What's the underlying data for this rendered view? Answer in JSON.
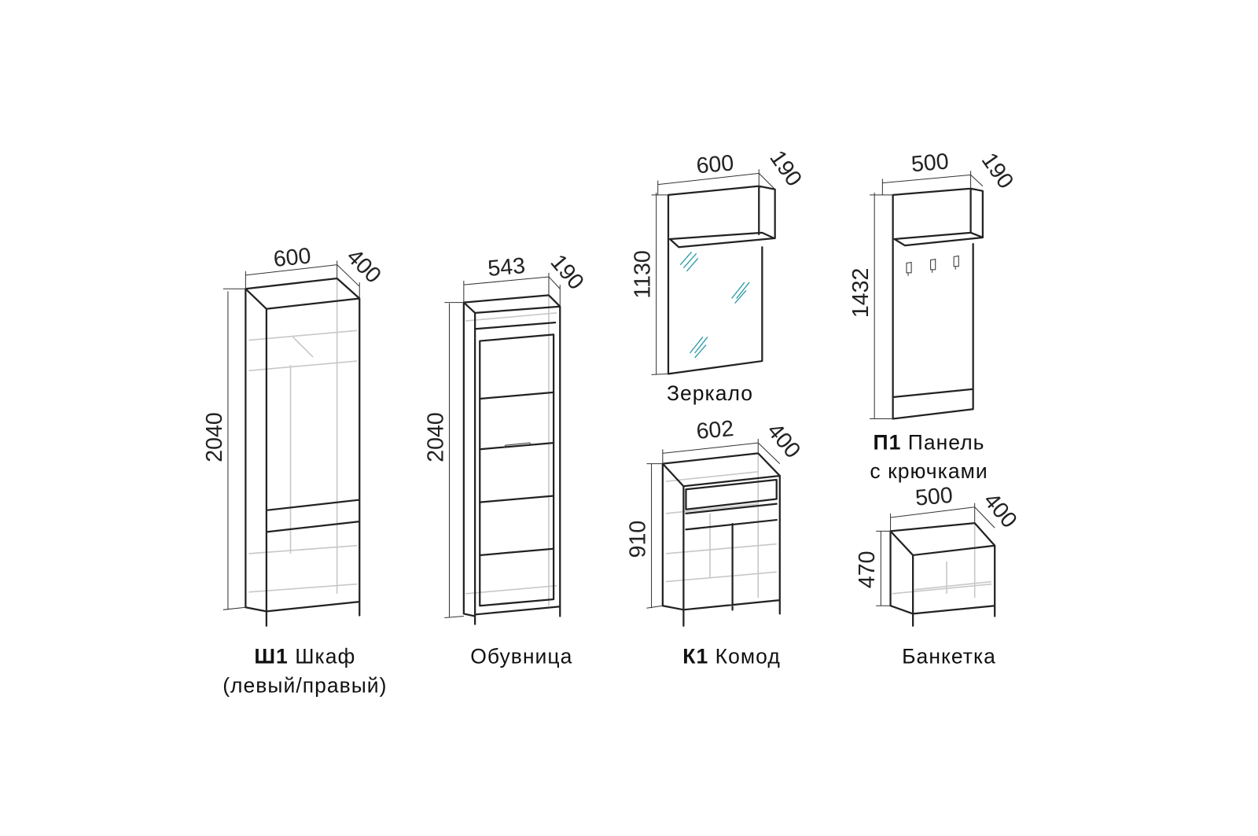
{
  "items": {
    "wardrobe": {
      "code": "Ш1",
      "name": "Шкаф",
      "note": "(левый/правый)",
      "width": "600",
      "depth": "400",
      "height": "2040"
    },
    "shoe_cabinet": {
      "name": "Обувница",
      "width": "543",
      "depth": "190",
      "height": "2040"
    },
    "mirror": {
      "name": "Зеркало",
      "width": "600",
      "depth": "190",
      "height": "1130"
    },
    "hook_panel": {
      "code": "П1",
      "name": "Панель",
      "name_line2": "с крючками",
      "width": "500",
      "depth": "190",
      "height": "1432"
    },
    "dresser": {
      "code": "К1",
      "name": "Комод",
      "width": "602",
      "depth": "400",
      "height": "910"
    },
    "bench": {
      "name": "Банкетка",
      "width": "500",
      "depth": "400",
      "height": "470"
    }
  },
  "colors": {
    "line": "#222222",
    "hidden_line": "#c8c8c8",
    "glass": "#2a9aa6"
  }
}
